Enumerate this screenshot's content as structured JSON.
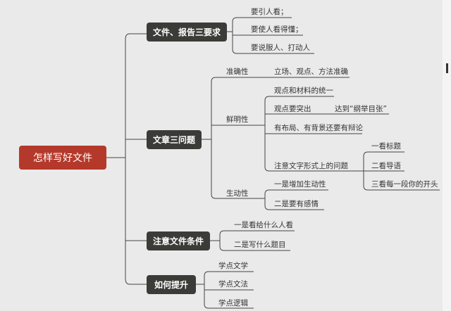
{
  "root": "怎样写好文件",
  "branches": {
    "b1": {
      "label": "文件、报告三要求",
      "items": [
        "要引人看；",
        "要使人看得懂；",
        "要说服人、打动人"
      ]
    },
    "b2": {
      "label": "文章三问题",
      "accuracy": {
        "label": "准确性",
        "item": "立场、观点、方法准确"
      },
      "vividness": {
        "label": "鲜明性",
        "items": [
          "观点和材料的统一",
          "观点要突出",
          "达到“纲举目张”",
          "有布局、有背景还要有辩论",
          "注意文字形式上的问题"
        ],
        "sub": [
          "一看标题",
          "二看导语",
          "三看每一段你的开头"
        ]
      },
      "liveliness": {
        "label": "生动性",
        "items": [
          "一是增加生动性",
          "二是要有感情"
        ]
      }
    },
    "b3": {
      "label": "注意文件条件",
      "items": [
        "一是看给什么人看",
        "二是写什么题目"
      ]
    },
    "b4": {
      "label": "如何提升",
      "items": [
        "学点文学",
        "学点文法",
        "学点逻辑"
      ]
    }
  },
  "colors": {
    "root": "#b5392b",
    "branch": "#3b3b38",
    "line": "#444444",
    "background": "#eaeaea"
  }
}
